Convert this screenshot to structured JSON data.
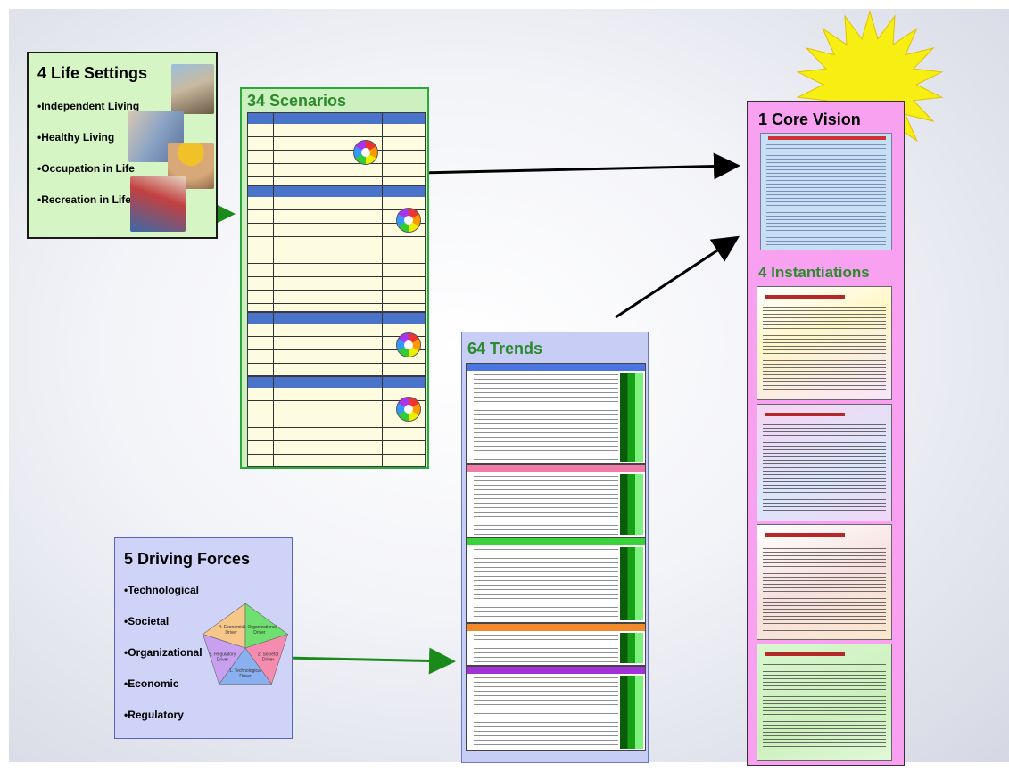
{
  "life_settings": {
    "title": "4 Life Settings",
    "items": [
      "•Independent Living",
      "•Healthy Living",
      "•Occupation in Life",
      "•Recreation in Life"
    ]
  },
  "scenarios": {
    "title": "34 Scenarios"
  },
  "trends": {
    "title": "64 Trends"
  },
  "driving_forces": {
    "title": "5 Driving Forces",
    "items": [
      "•Technological",
      "•Societal",
      "•Organizational",
      "•Economic",
      "•Regulatory"
    ],
    "pentagon": [
      {
        "label_a": "4. Economic",
        "label_b": "Driver",
        "color": "#f7c78a"
      },
      {
        "label_a": "3. Organizational",
        "label_b": "Driver",
        "color": "#6fe06f"
      },
      {
        "label_a": "2. Societal",
        "label_b": "Driver",
        "color": "#f58cb0"
      },
      {
        "label_a": "1. Technological",
        "label_b": "Driver",
        "color": "#8ab0f0"
      },
      {
        "label_a": "5. Regulatory",
        "label_b": "Driver",
        "color": "#c9a0f0"
      }
    ]
  },
  "core": {
    "title": "1 Core Vision",
    "instantiations_title": "4 Instantiations"
  },
  "colors": {
    "arrow_green": "#1a8a1a",
    "arrow_black": "#000000",
    "sun": "#f7ef14"
  }
}
